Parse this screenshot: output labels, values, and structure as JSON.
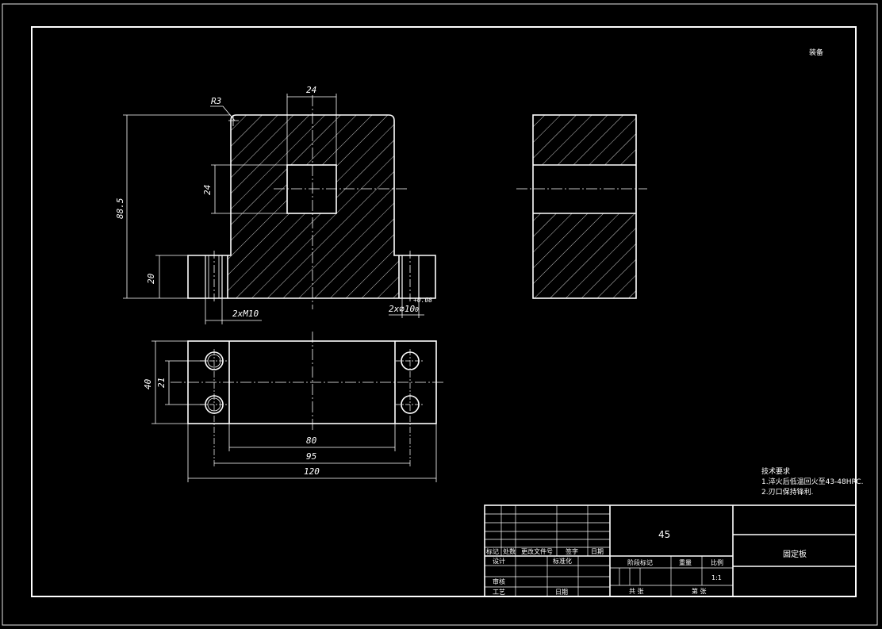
{
  "colors": {
    "background": "#000000",
    "line": "#ffffff",
    "frame": "#e6e6e6"
  },
  "corner_mark": "装备",
  "dimensions": {
    "top_width": "24",
    "fillet": "R3",
    "overall_height": "88.5",
    "hole_height": "24",
    "foot_height": "20",
    "thread": "2xM10",
    "bore": "2x⌀10",
    "bore_tol_upper": "+0.08",
    "bore_tol_lower": "0",
    "plan_width": "40",
    "plan_hole_spacing": "21",
    "inner_length": "80",
    "hole_spacing": "95",
    "overall_length": "120"
  },
  "tech_notes": {
    "title": "技术要求",
    "line1": "1.淬火后低温回火至43-48HRC.",
    "line2": "2.刃口保持锋利."
  },
  "title_block": {
    "material": "45",
    "part_name": "固定板",
    "cell_mark": "标记",
    "cell_count": "处数",
    "cell_docno": "更改文件号",
    "cell_sign": "签字",
    "cell_date": "日期",
    "cell_design": "设计",
    "cell_std": "标准化",
    "cell_review": "审核",
    "cell_process": "工艺",
    "cell_approve": "日期",
    "cell_stage": "阶段标记",
    "cell_weight": "重量",
    "cell_scale": "比例",
    "scale_value": "1:1",
    "cell_sheet_total": "共  张",
    "cell_sheet_no": "第  张"
  }
}
